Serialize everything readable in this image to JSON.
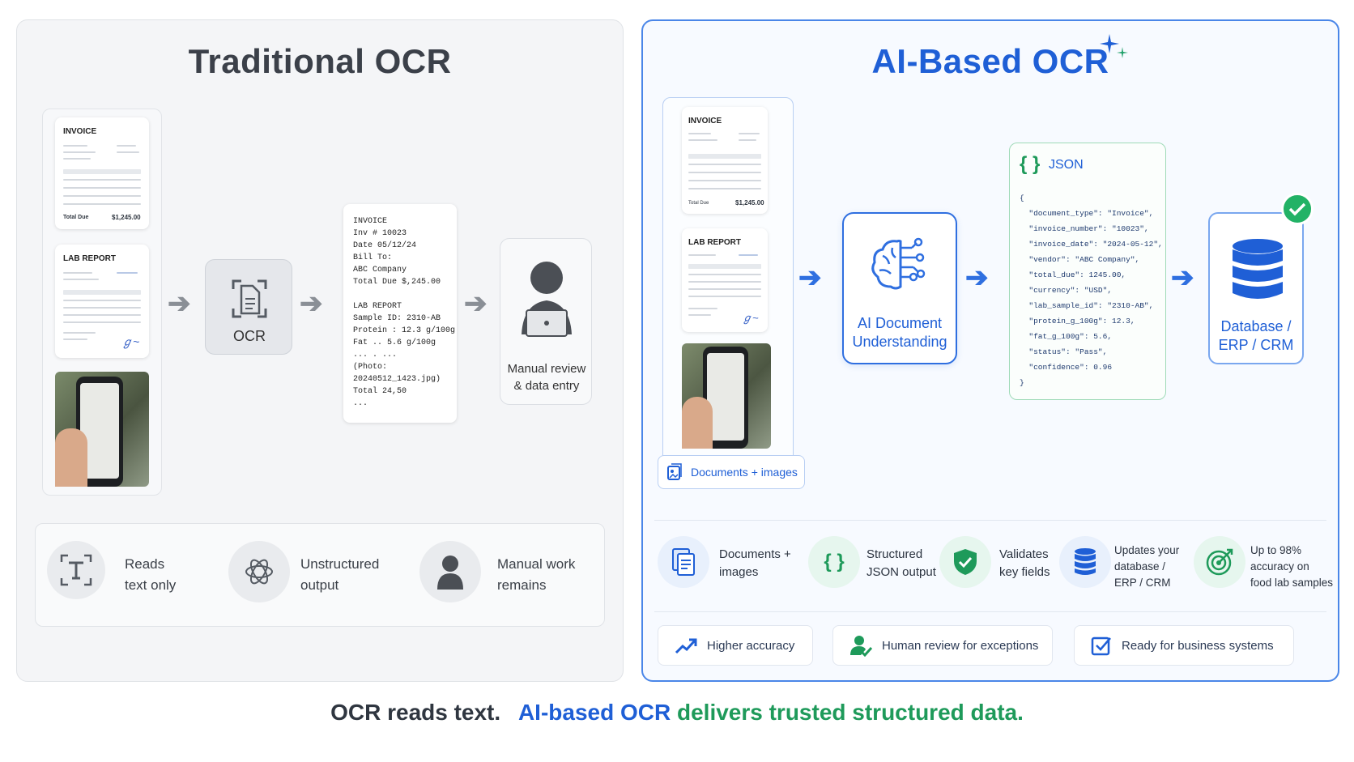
{
  "left": {
    "title": "Traditional OCR",
    "docs": {
      "invoice_title": "INVOICE",
      "invoice_total_label": "Total Due",
      "invoice_total": "$1,245.00",
      "lab_title": "LAB REPORT"
    },
    "ocr_label": "OCR",
    "text_output": [
      "INVOICE",
      "Inv # 10023",
      "Date 05/12/24",
      "Bill To:",
      "ABC Company",
      "Total Due $,245.00",
      "",
      "LAB REPORT",
      "Sample ID: 2310-AB",
      "Protein : 12.3 g/100g",
      "Fat .. 5.6 g/100g",
      "... . ...",
      "(Photo:",
      "20240512_1423.jpg)",
      "Total 24,50",
      "..."
    ],
    "manual_label_1": "Manual review",
    "manual_label_2": "& data entry",
    "features": [
      {
        "icon": "text-icon",
        "line1": "Reads",
        "line2": "text only"
      },
      {
        "icon": "tangle-icon",
        "line1": "Unstructured",
        "line2": "output"
      },
      {
        "icon": "person-icon",
        "line1": "Manual work",
        "line2": "remains"
      }
    ]
  },
  "right": {
    "title": "AI-Based OCR",
    "docs": {
      "invoice_title": "INVOICE",
      "invoice_total_label": "Total Due",
      "invoice_total": "$1,245.00",
      "lab_title": "LAB REPORT"
    },
    "docs_label": "Documents + images",
    "ai_label_1": "AI Document",
    "ai_label_2": "Understanding",
    "json_header": "JSON",
    "json_lines": [
      "{",
      "  \"document_type\": \"Invoice\",",
      "  \"invoice_number\": \"10023\",",
      "  \"invoice_date\": \"2024-05-12\",",
      "  \"vendor\": \"ABC Company\",",
      "  \"total_due\": 1245.00,",
      "  \"currency\": \"USD\",",
      "  \"lab_sample_id\": \"2310-AB\",",
      "  \"protein_g_100g\": 12.3,",
      "  \"fat_g_100g\": 5.6,",
      "  \"status\": \"Pass\",",
      "  \"confidence\": 0.96",
      "}"
    ],
    "db_label_1": "Database /",
    "db_label_2": "ERP / CRM",
    "features": [
      {
        "icon": "documents-icon",
        "lines": [
          "Documents +",
          "images"
        ]
      },
      {
        "icon": "braces-icon",
        "lines": [
          "Structured",
          "JSON output"
        ]
      },
      {
        "icon": "shield-check-icon",
        "lines": [
          "Validates",
          "key fields"
        ]
      },
      {
        "icon": "database-icon",
        "lines": [
          "Updates your",
          "database /",
          "ERP / CRM"
        ]
      },
      {
        "icon": "target-icon",
        "lines": [
          "Up to 98%",
          "accuracy on",
          "food lab samples"
        ]
      }
    ],
    "pills": [
      {
        "icon": "trend-up-icon",
        "label": "Higher accuracy"
      },
      {
        "icon": "person-check-icon",
        "label": "Human review for exceptions"
      },
      {
        "icon": "checkbox-icon",
        "label": "Ready for business systems"
      }
    ]
  },
  "footer": {
    "part1": "OCR reads text.",
    "part2": "AI-based OCR",
    "part3": "delivers trusted structured data."
  },
  "colors": {
    "blue": "#1f5fd6",
    "green": "#1e9a5a",
    "dark": "#2f3640"
  }
}
